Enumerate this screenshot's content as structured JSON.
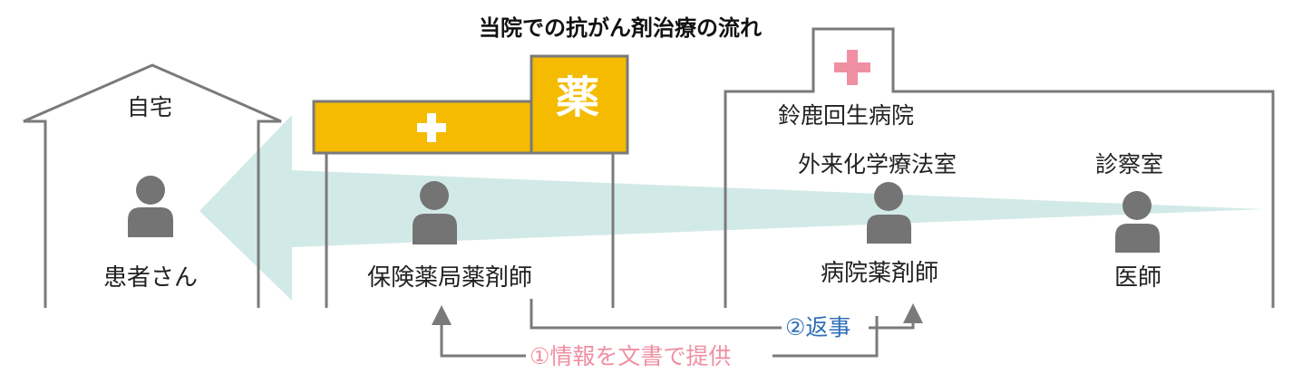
{
  "title": "当院での抗がん剤治療の流れ",
  "home": {
    "label": "自宅",
    "person": "患者さん"
  },
  "pharmacy": {
    "sign": "薬",
    "person": "保険薬局薬剤師"
  },
  "hospital": {
    "name": "鈴鹿回生病院",
    "room_chemo": "外来化学療法室",
    "room_exam": "診察室",
    "person_pharmacist": "病院薬剤師",
    "person_doctor": "医師"
  },
  "flows": {
    "step1": "①情報を文書で提供",
    "step2": "②返事"
  },
  "colors": {
    "line": "#7a7a7a",
    "person": "#747474",
    "pharmacy_sign": "#f4bb00",
    "hospital_cross": "#ef8fa2",
    "flow_arrow": "#d2eae7",
    "step1_text": "#ef8fa2",
    "step2_text": "#2f6fb6"
  }
}
